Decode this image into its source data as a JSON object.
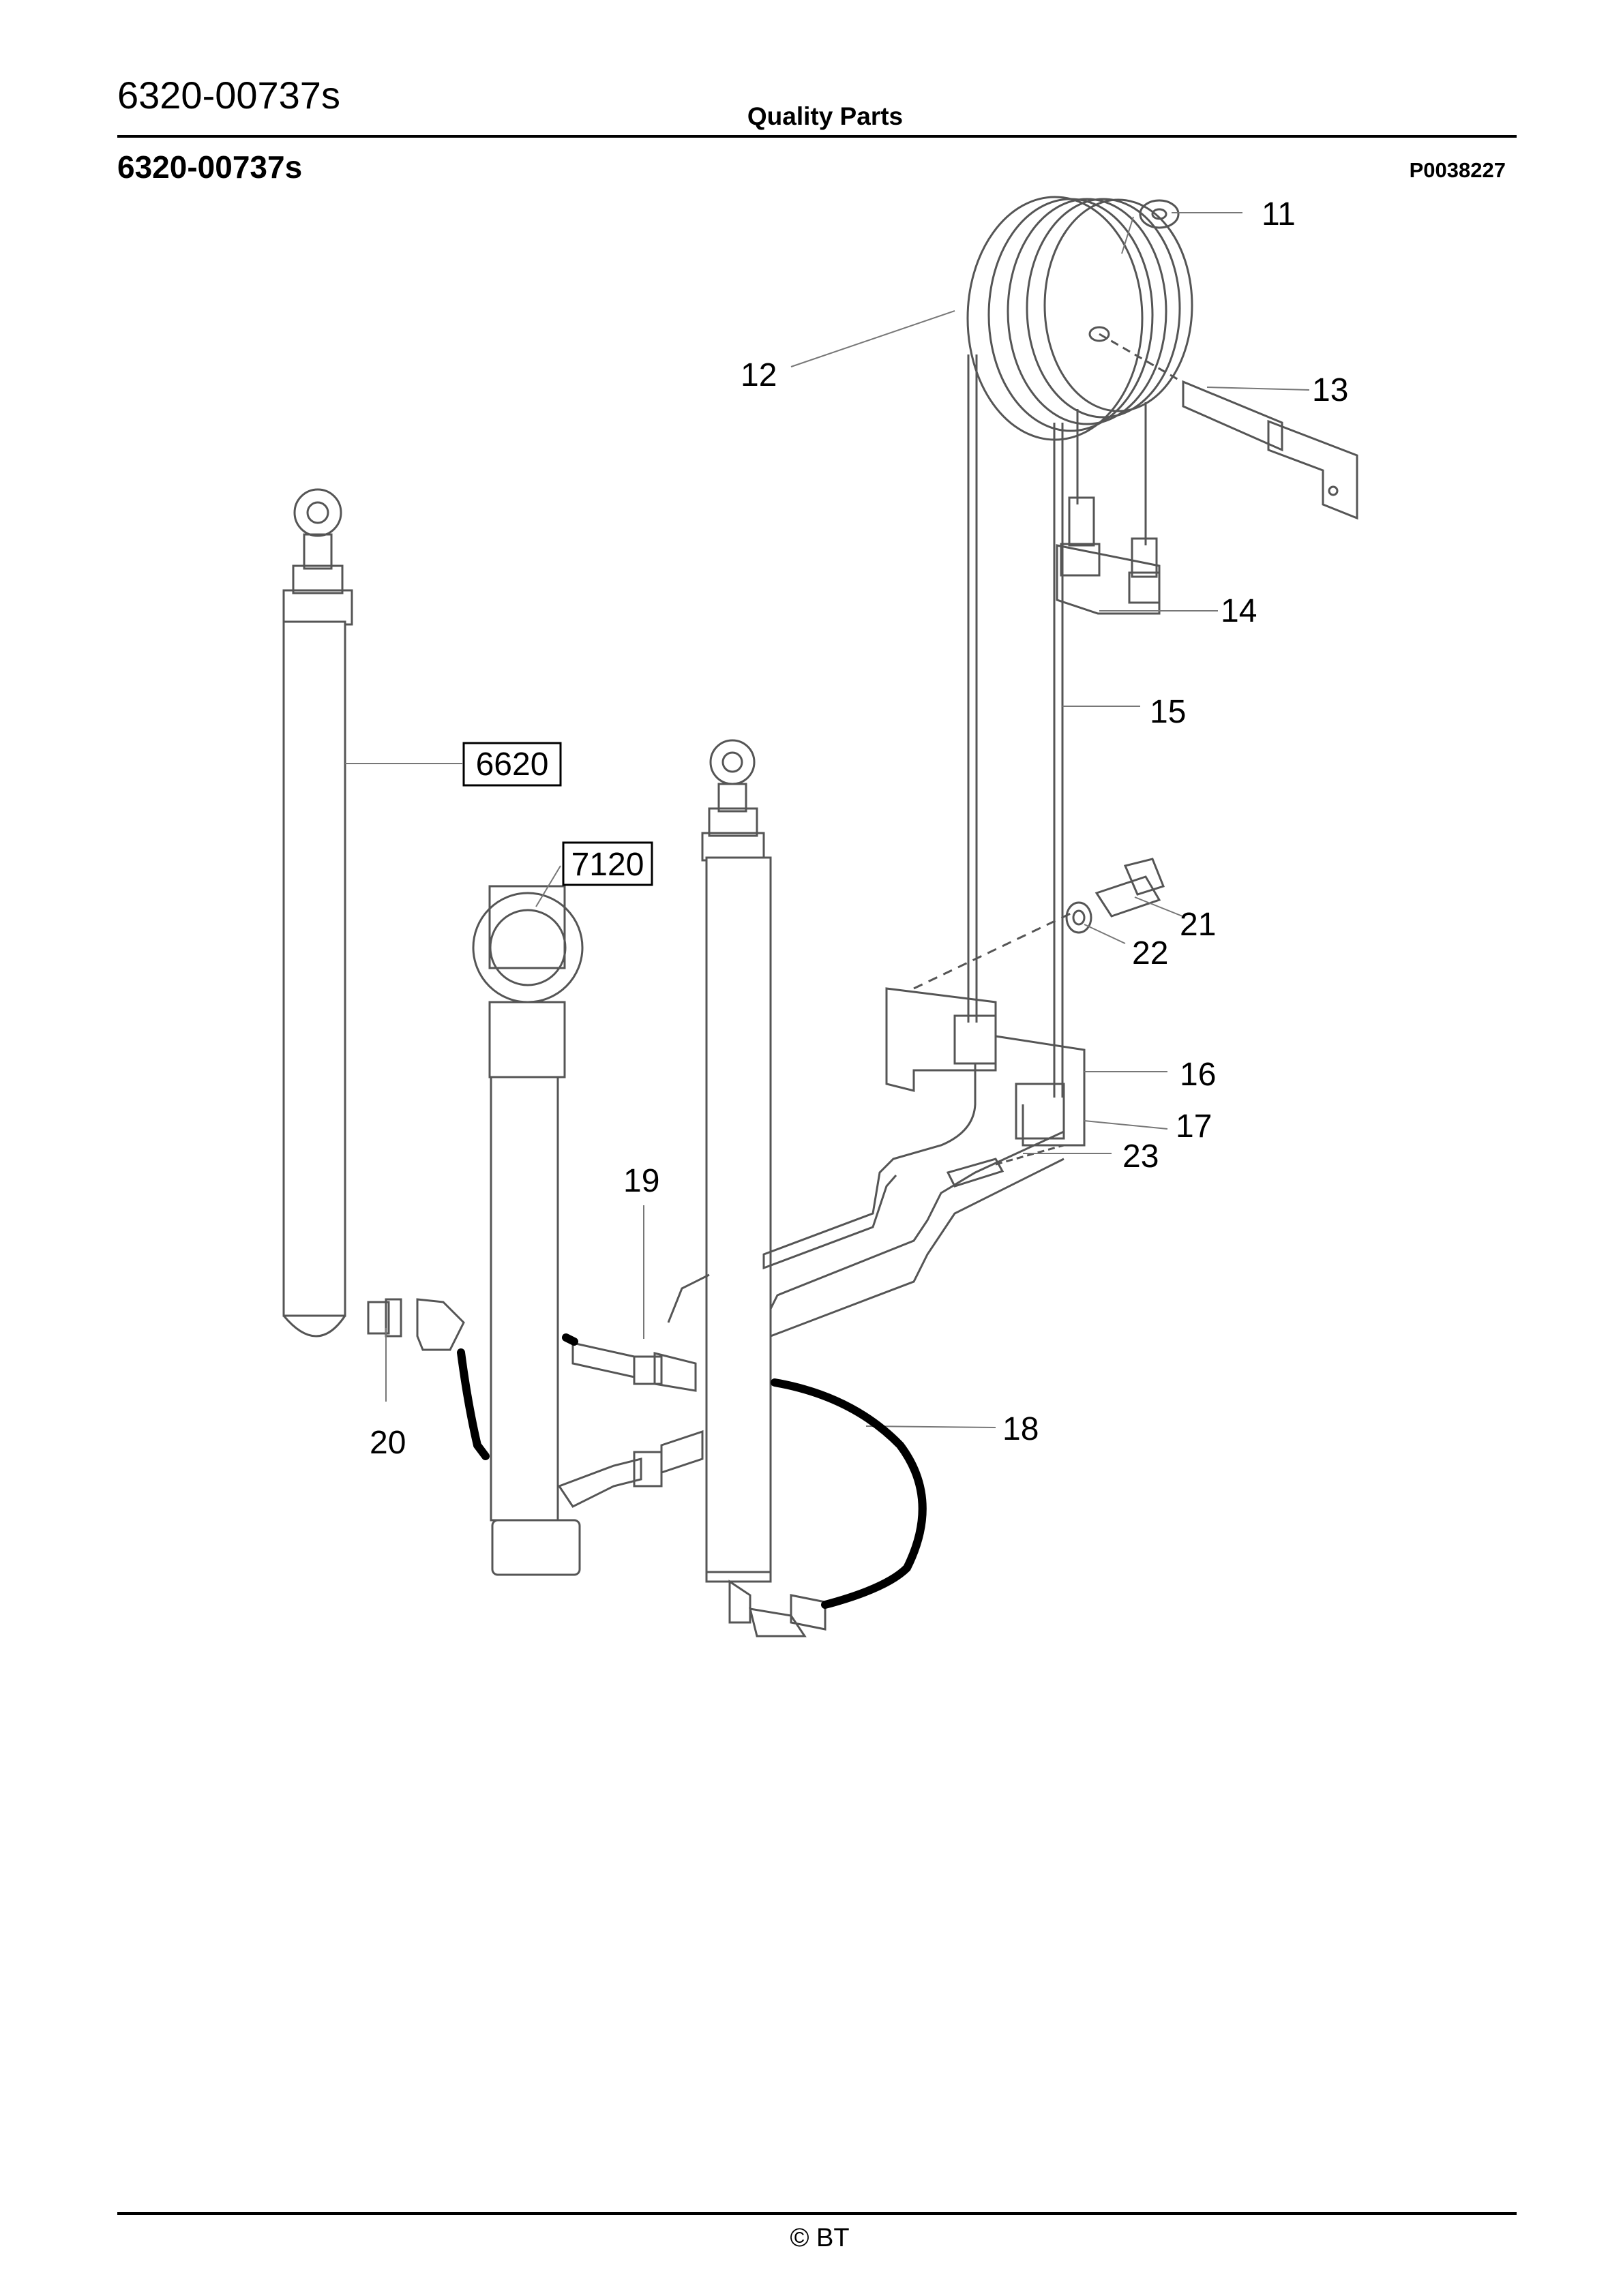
{
  "header": {
    "doc_code": "6320-00737s",
    "center_title": "Quality Parts",
    "doc_code_bold": "6320-00737s",
    "drawing_id": "P0038227"
  },
  "diagram": {
    "callouts": [
      "11",
      "12",
      "13",
      "14",
      "15",
      "16",
      "17",
      "18",
      "19",
      "20",
      "21",
      "22",
      "23"
    ],
    "references": [
      "6620",
      "7120"
    ]
  },
  "footer": {
    "copyright": "© BT"
  }
}
